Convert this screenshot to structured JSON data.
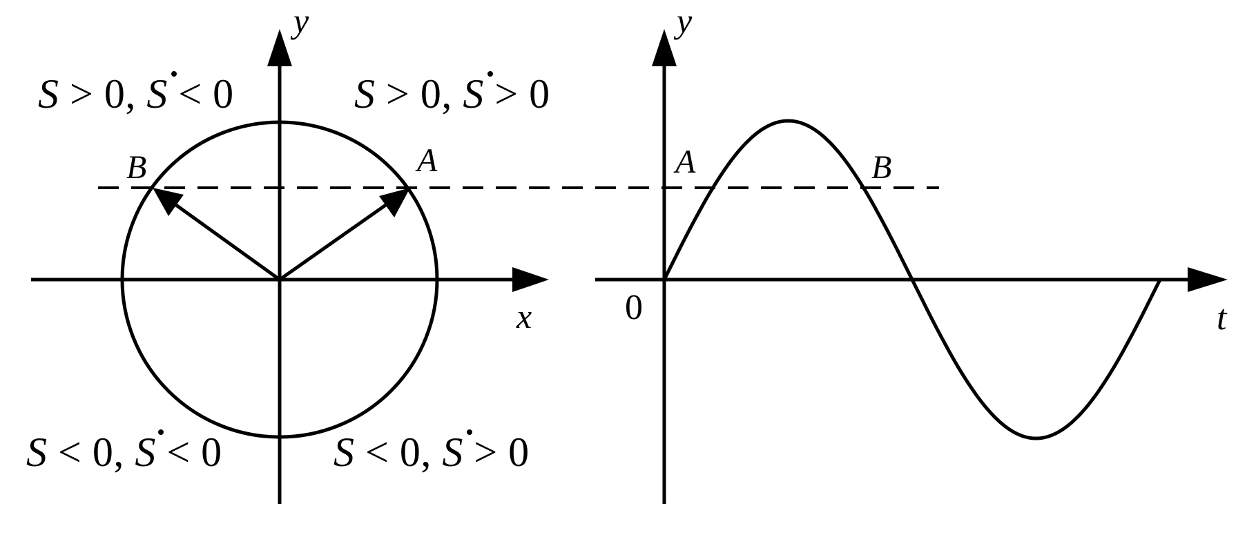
{
  "colors": {
    "ink": "#000000",
    "background": "#ffffff"
  },
  "phasor": {
    "axis_x_label": "x",
    "axis_y_label": "y",
    "point_a_label": "A",
    "point_b_label": "B",
    "quadrants": {
      "top_left": {
        "s": "S",
        "rel1": " > 0, ",
        "sdot": "S",
        "rel2": " < 0"
      },
      "top_right": {
        "s": "S",
        "rel1": " > 0, ",
        "sdot": "S",
        "rel2": " > 0"
      },
      "bottom_left": {
        "s": "S",
        "rel1": " < 0, ",
        "sdot": "S",
        "rel2": " < 0"
      },
      "bottom_right": {
        "s": "S",
        "rel1": " < 0, ",
        "sdot": "S",
        "rel2": " > 0"
      }
    }
  },
  "waveform": {
    "axis_t_label": "t",
    "axis_y_label": "y",
    "origin_label": "0",
    "point_a_label": "A",
    "point_b_label": "B"
  }
}
